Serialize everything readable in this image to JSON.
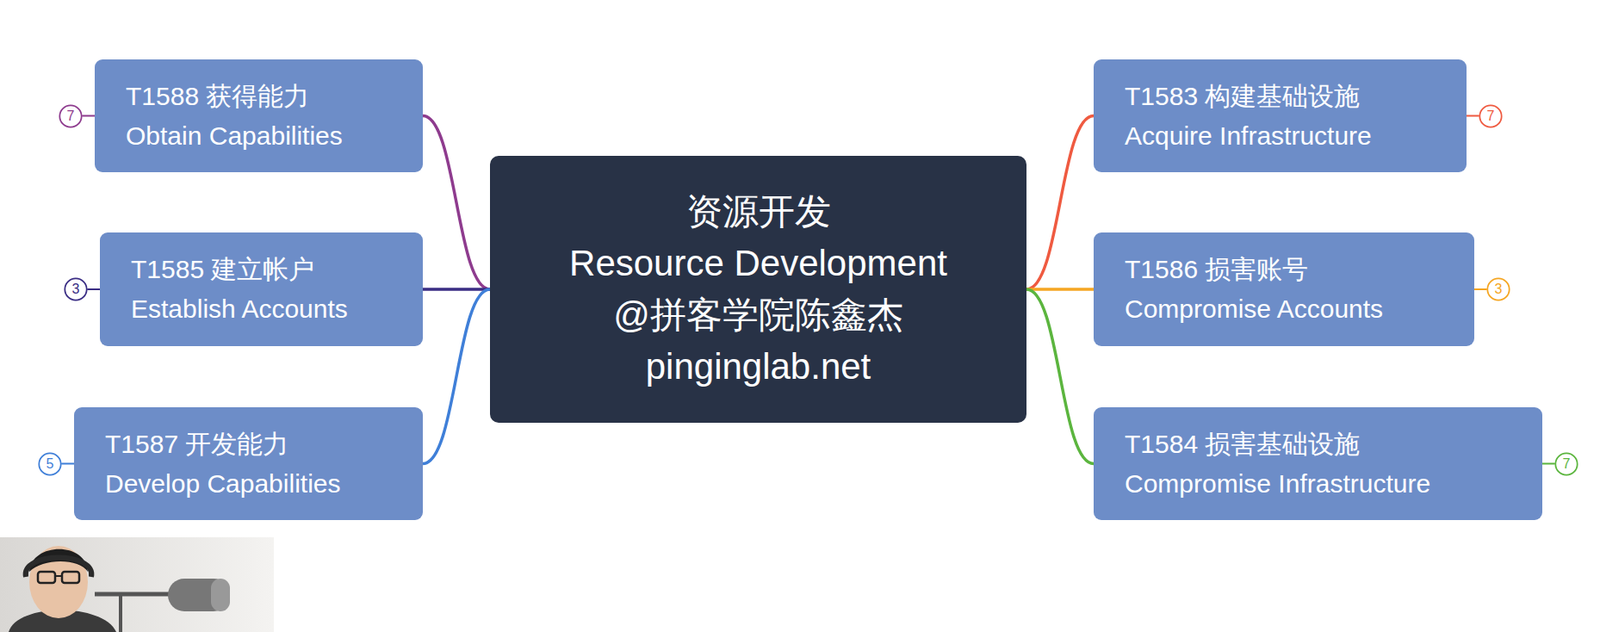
{
  "diagram": {
    "nodes": [
      {
        "text": [
          "资源开发",
          "Resource Development",
          "@拼客学院陈鑫杰",
          "pinginglab.net"
        ]
      },
      {
        "text": [
          "T1588 获得能力",
          "Obtain Capabilities"
        ]
      },
      {
        "text": [
          "T1585 建立帐户",
          "Establish Accounts"
        ]
      },
      {
        "text": [
          "T1587 开发能力",
          "Develop Capabilities"
        ]
      },
      {
        "text": [
          "T1583 构建基础设施",
          "Acquire Infrastructure"
        ]
      },
      {
        "text": [
          "T1586 损害账号",
          "Compromise Accounts"
        ]
      },
      {
        "text": [
          "T1584 损害基础设施",
          "Compromise Infrastructure"
        ]
      },
      {
        "text": [
          "7"
        ]
      },
      {
        "text": [
          "3"
        ]
      },
      {
        "text": [
          "5"
        ]
      },
      {
        "text": [
          "7"
        ]
      },
      {
        "text": [
          "3"
        ]
      },
      {
        "text": [
          "7"
        ]
      }
    ],
    "edges": [
      {
        "from": 0,
        "to": 1,
        "arrow": "none"
      },
      {
        "from": 0,
        "to": 2,
        "arrow": "none"
      },
      {
        "from": 0,
        "to": 3,
        "arrow": "none"
      },
      {
        "from": 0,
        "to": 4,
        "arrow": "none"
      },
      {
        "from": 0,
        "to": 5,
        "arrow": "none"
      },
      {
        "from": 0,
        "to": 6,
        "arrow": "none"
      },
      {
        "from": 1,
        "to": 7,
        "arrow": "none"
      },
      {
        "from": 2,
        "to": 8,
        "arrow": "none"
      },
      {
        "from": 3,
        "to": 9,
        "arrow": "none"
      },
      {
        "from": 4,
        "to": 10,
        "arrow": "none"
      },
      {
        "from": 5,
        "to": 11,
        "arrow": "none"
      },
      {
        "from": 6,
        "to": 12,
        "arrow": "none"
      }
    ]
  }
}
